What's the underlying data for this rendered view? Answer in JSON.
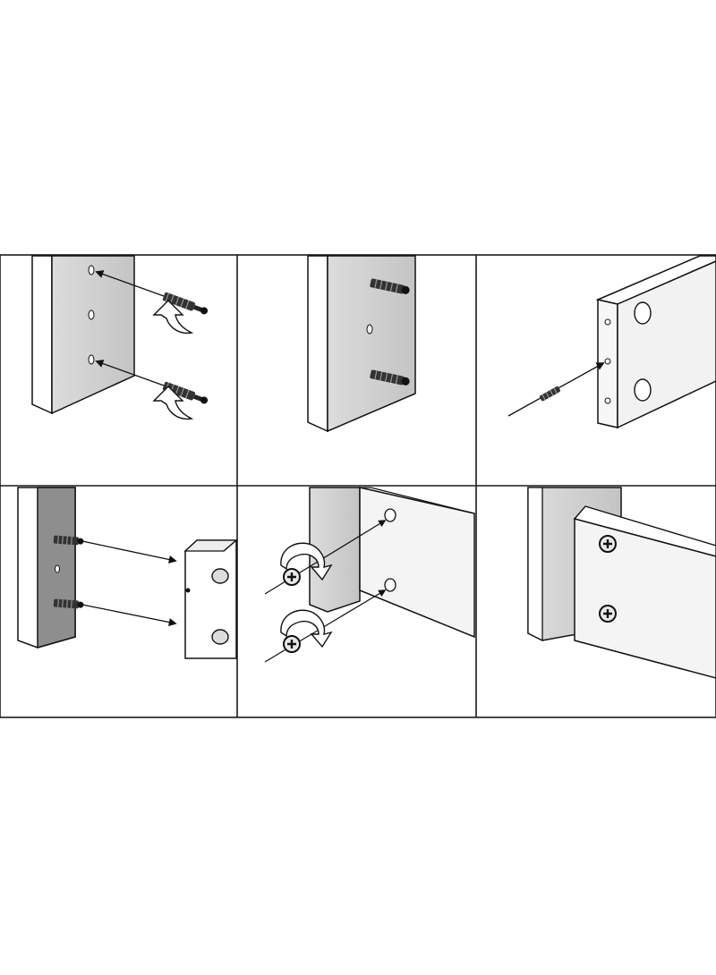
{
  "diagram": {
    "layout": {
      "rows": 2,
      "columns": 3
    },
    "steps": [
      {
        "step": 1,
        "action": "insert-dowel-anchors-into-panel-holes",
        "icons": [
          "dowel-anchor-icon",
          "push-arrow-icon"
        ]
      },
      {
        "step": 2,
        "action": "anchors-seated-in-panel",
        "icons": [
          "dowel-anchor-icon"
        ]
      },
      {
        "step": 3,
        "action": "insert-pin-into-board-edge-hole",
        "icons": [
          "pin-icon"
        ]
      },
      {
        "step": 4,
        "action": "align-board-with-panel-anchors",
        "icons": [
          "dowel-anchor-icon",
          "board-icon"
        ]
      },
      {
        "step": 5,
        "action": "screw-board-to-panel",
        "icons": [
          "screw-icon",
          "rotate-arrow-icon"
        ]
      },
      {
        "step": 6,
        "action": "assembled-joint",
        "icons": [
          "screw-head-icon"
        ]
      }
    ],
    "colors": {
      "line": "#1a1a1a",
      "panel_fill": "#cfcfcf",
      "board_fill": "#f4f4f4",
      "background": "#ffffff"
    }
  }
}
